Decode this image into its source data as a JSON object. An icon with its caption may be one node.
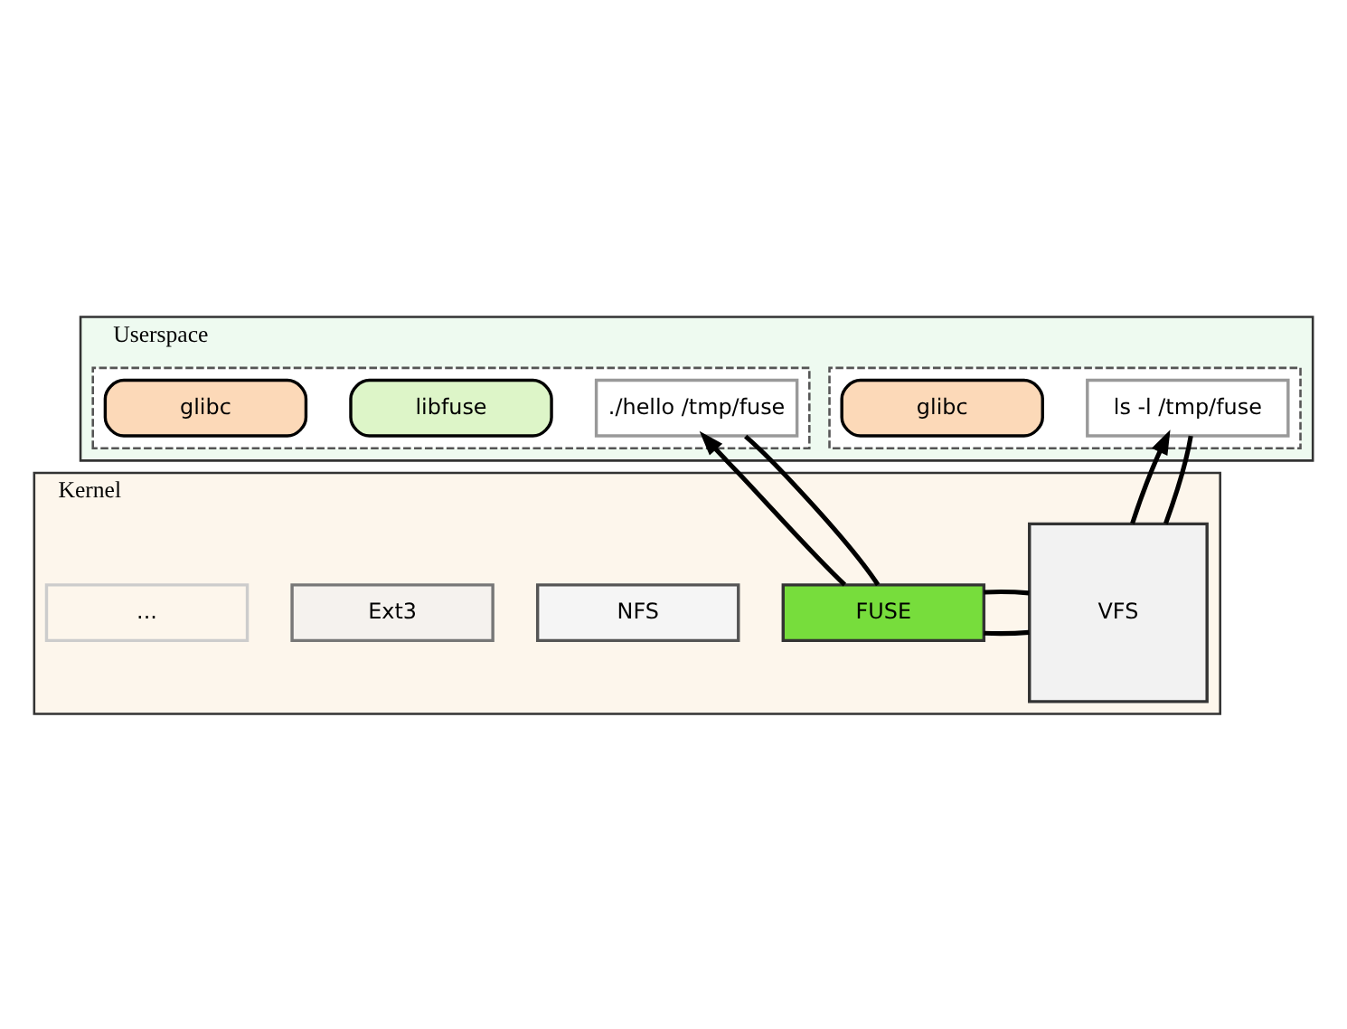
{
  "diagram": {
    "nodes": [
      {
        "text": [
          "Userspace"
        ]
      },
      {
        "text": [],
        "shape": "box",
        "in": 0
      },
      {
        "text": [
          "ls -l /tmp/fuse"
        ],
        "in": 1
      },
      {
        "text": [
          "glibc"
        ],
        "in": 1
      },
      {
        "text": [],
        "shape": "box",
        "in": 0
      },
      {
        "text": [
          "./hello /tmp/fuse"
        ],
        "in": 4
      },
      {
        "text": [
          "libfuse"
        ],
        "in": 4
      },
      {
        "text": [
          "glibc"
        ],
        "in": 4
      },
      {
        "text": [
          "Kernel"
        ]
      },
      {
        "text": [
          "VFS"
        ],
        "in": 8
      },
      {
        "text": [
          "FUSE"
        ],
        "in": 8
      },
      {
        "text": [
          "NFS"
        ],
        "in": 8
      },
      {
        "text": [
          "Ext3"
        ],
        "in": 8
      },
      {
        "text": [
          "..."
        ],
        "in": 8
      }
    ],
    "edges": [
      {
        "from": 2,
        "to": 9,
        "arrow": "none"
      },
      {
        "from": 9,
        "to": 10,
        "arrow": "none"
      },
      {
        "from": 10,
        "to": 5,
        "arrow": "to"
      },
      {
        "from": 5,
        "to": 10,
        "arrow": "none"
      },
      {
        "from": 10,
        "to": 9,
        "arrow": "none"
      },
      {
        "from": 9,
        "to": 2,
        "arrow": "to"
      }
    ]
  }
}
